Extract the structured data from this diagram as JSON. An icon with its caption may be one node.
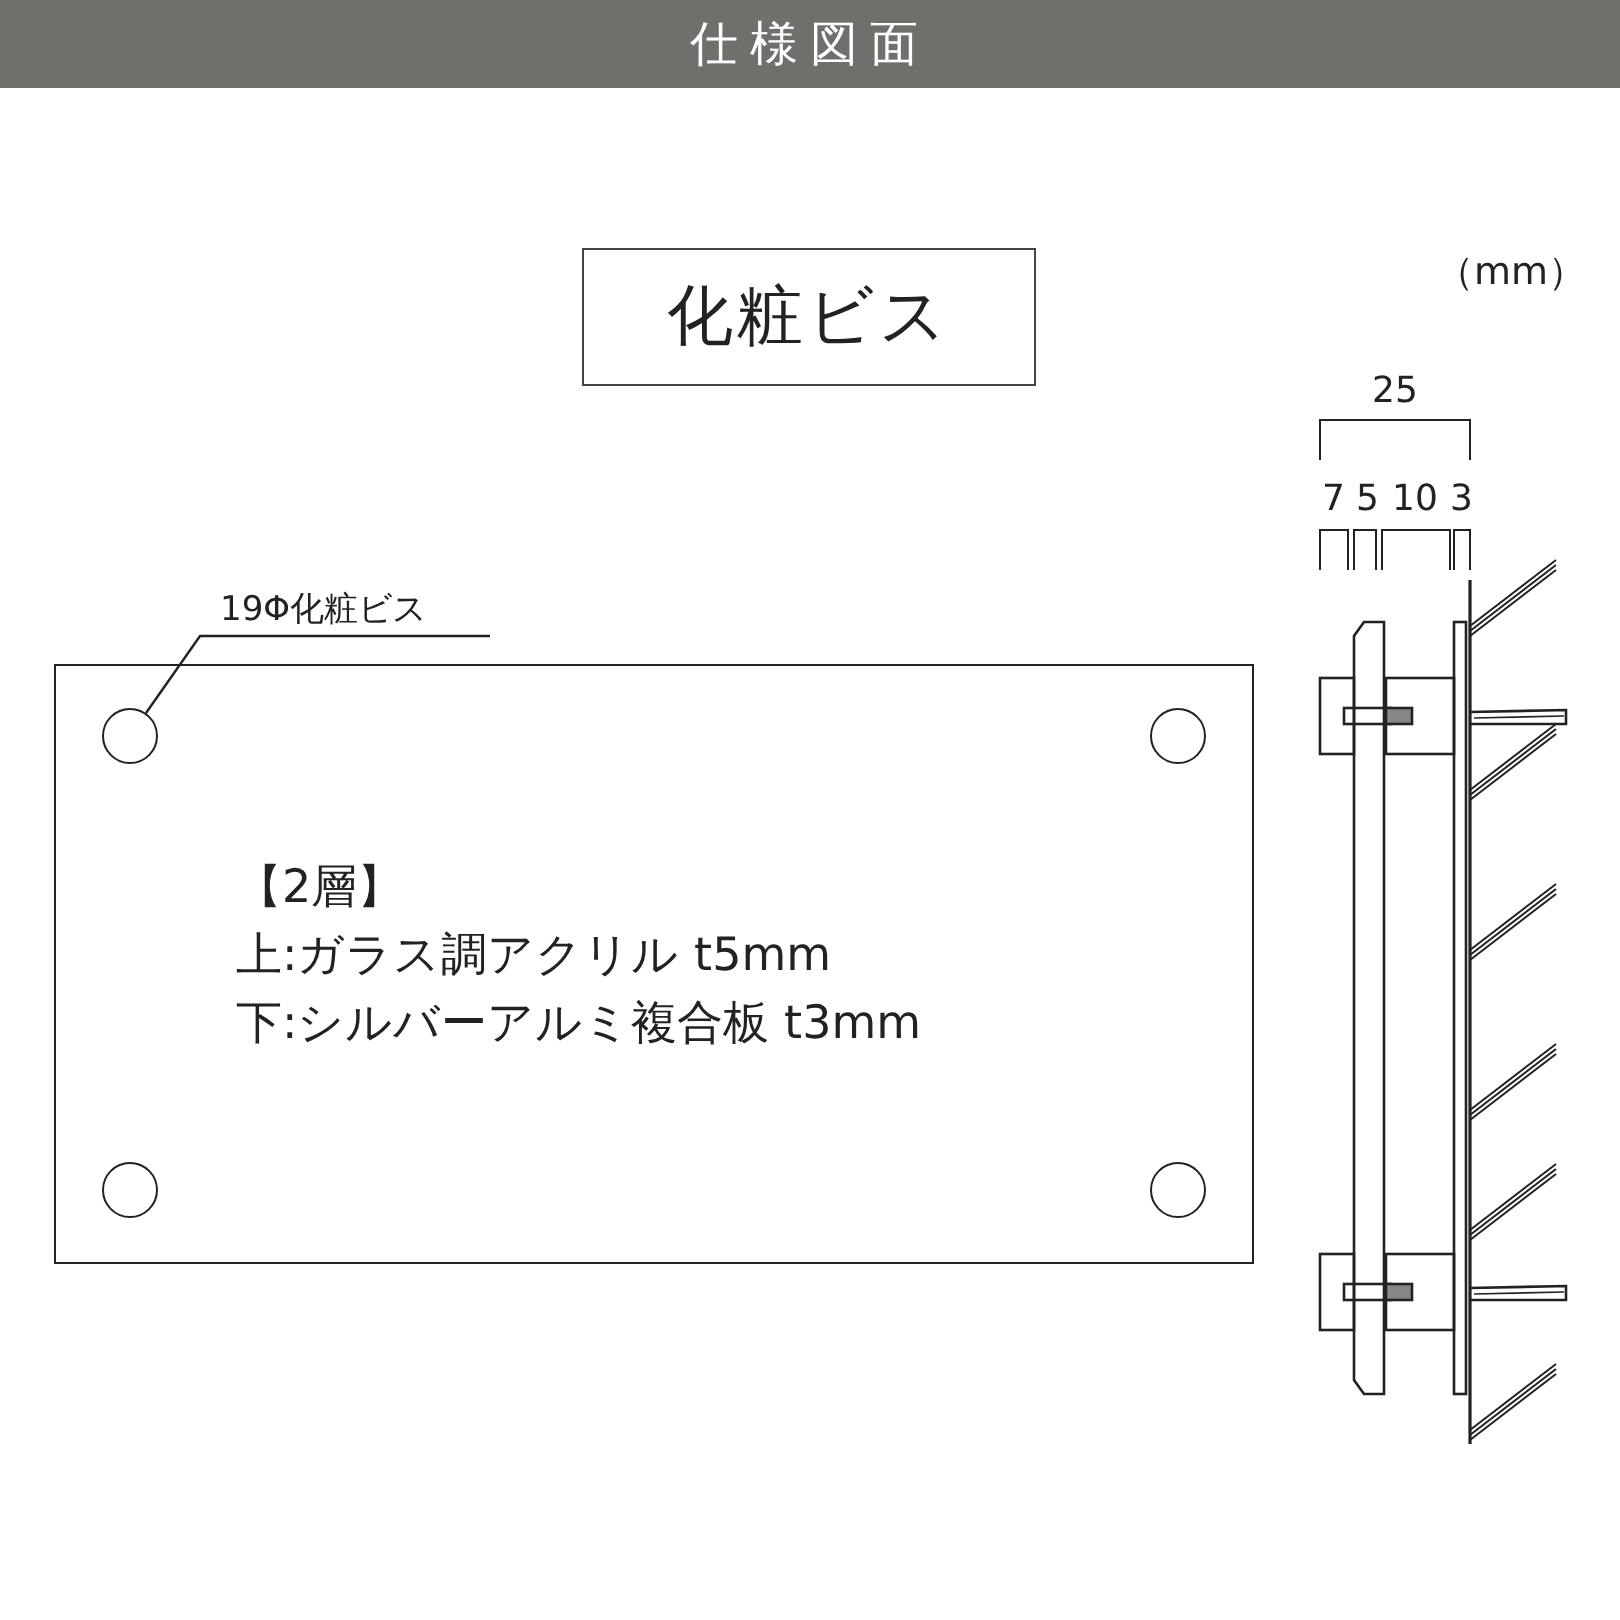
{
  "diagram": {
    "title": "仕様図面",
    "nodes": [
      {
        "text": [
          "化粧ビス"
        ]
      },
      {
        "text": [
          "【2層】",
          "上:ガラス調アクリル t5mm",
          "下:シルバーアルミ複合板 t3mm"
        ]
      },
      {
        "text": [
          "19Φ化粧ビス"
        ]
      },
      {
        "text": [],
        "shape": "circle",
        "in": 1
      },
      {
        "text": [],
        "shape": "circle",
        "in": 1
      },
      {
        "text": [],
        "shape": "circle",
        "in": 1
      },
      {
        "text": [],
        "shape": "circle",
        "in": 1
      }
    ],
    "edges": [
      {
        "from": 2,
        "to": 3,
        "arrow": "none"
      }
    ],
    "labels": [
      "（mm）",
      "25",
      "7",
      "5",
      "10",
      "3"
    ]
  }
}
